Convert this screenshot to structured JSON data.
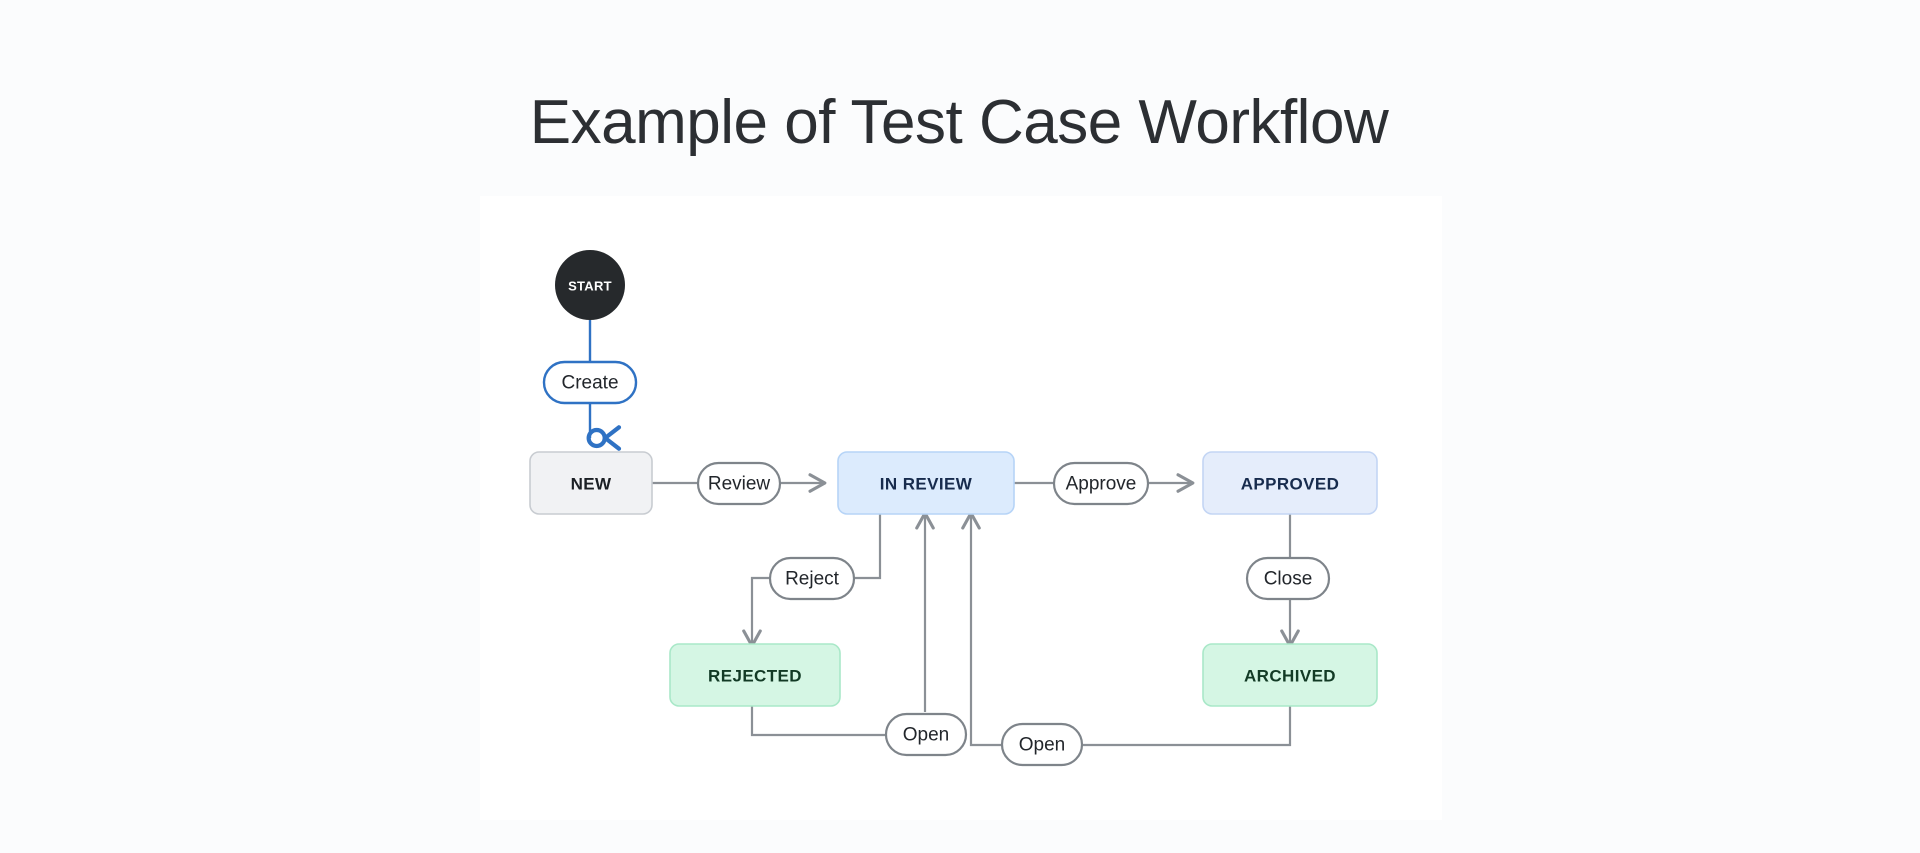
{
  "page": {
    "title": "Example of Test Case Workflow",
    "background_color": "#fbfcfd",
    "panel_color": "#ffffff"
  },
  "diagram": {
    "type": "state-workflow",
    "start_node": {
      "id": "start",
      "label": "START",
      "shape": "circle",
      "fill": "#26292c",
      "text_color": "#ffffff"
    },
    "states": [
      {
        "id": "new",
        "label": "NEW",
        "fill": "#f1f2f4",
        "border": "#c8ccd1",
        "text_color": "#1b1f24",
        "category": "neutral"
      },
      {
        "id": "in-review",
        "label": "IN REVIEW",
        "fill": "#dcebfd",
        "border": "#b6d4f7",
        "text_color": "#172b4d",
        "category": "in-progress"
      },
      {
        "id": "approved",
        "label": "APPROVED",
        "fill": "#e5edfb",
        "border": "#c3d5f4",
        "text_color": "#172b4d",
        "category": "in-progress"
      },
      {
        "id": "rejected",
        "label": "REJECTED",
        "fill": "#d5f6e4",
        "border": "#a9e8c8",
        "text_color": "#123a25",
        "category": "done"
      },
      {
        "id": "archived",
        "label": "ARCHIVED",
        "fill": "#d5f6e4",
        "border": "#a9e8c8",
        "text_color": "#123a25",
        "category": "done"
      }
    ],
    "transitions": [
      {
        "id": "create",
        "label": "Create",
        "from": "start",
        "to": "new",
        "accent": "#2f72c4"
      },
      {
        "id": "review",
        "label": "Review",
        "from": "new",
        "to": "in-review",
        "accent": "#8b9096"
      },
      {
        "id": "approve",
        "label": "Approve",
        "from": "in-review",
        "to": "approved",
        "accent": "#8b9096"
      },
      {
        "id": "reject",
        "label": "Reject",
        "from": "in-review",
        "to": "rejected",
        "accent": "#8b9096"
      },
      {
        "id": "close",
        "label": "Close",
        "from": "approved",
        "to": "archived",
        "accent": "#8b9096"
      },
      {
        "id": "open-1",
        "label": "Open",
        "from": "rejected",
        "to": "in-review",
        "accent": "#8b9096"
      },
      {
        "id": "open-2",
        "label": "Open",
        "from": "archived",
        "to": "in-review",
        "accent": "#8b9096"
      }
    ]
  }
}
